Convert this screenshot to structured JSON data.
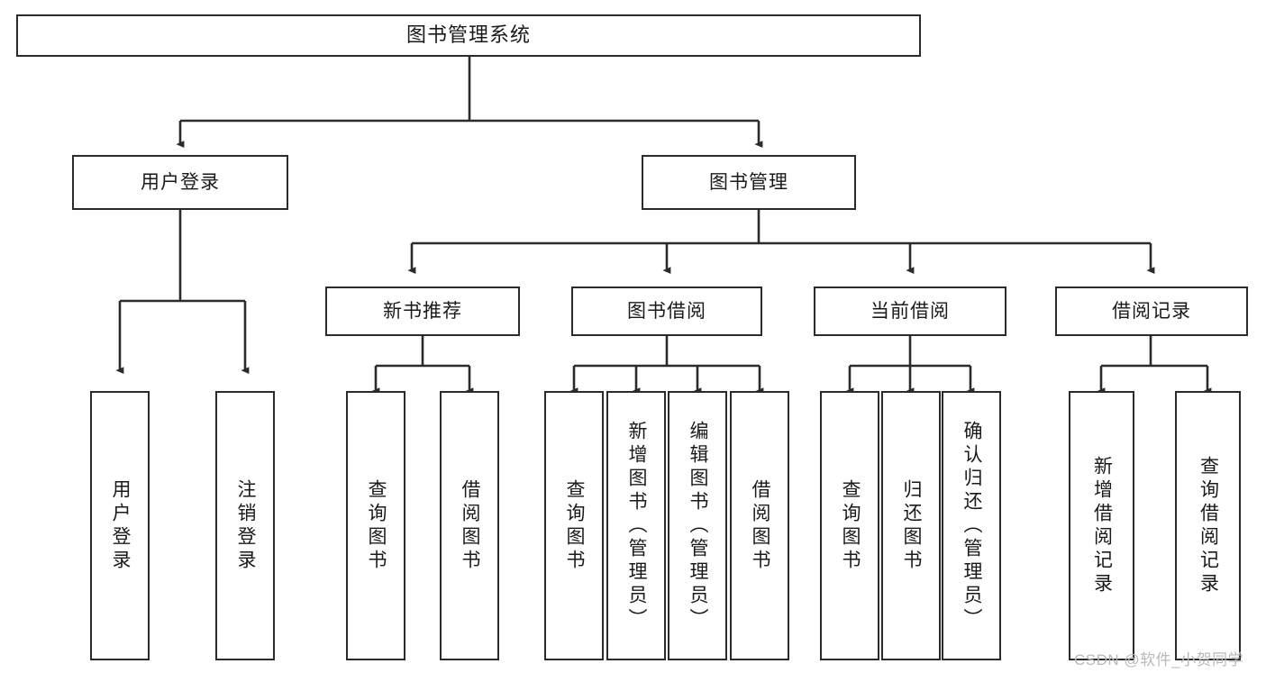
{
  "diagram": {
    "type": "tree-hierarchy-chart",
    "title": "图书管理系统",
    "watermark": "CSDN @软件_小贺同学",
    "colors": {
      "border": "#2b2b2b",
      "background": "#ffffff",
      "text": "#1a1a1a",
      "connector": "#2b2b2b",
      "watermark": "#b9b9b9"
    },
    "root": {
      "label": "图书管理系统"
    },
    "level2": [
      {
        "label": "用户登录"
      },
      {
        "label": "图书管理"
      }
    ],
    "level3": [
      {
        "label": "新书推荐"
      },
      {
        "label": "图书借阅"
      },
      {
        "label": "当前借阅"
      },
      {
        "label": "借阅记录"
      }
    ],
    "leaves": {
      "user_login": [
        {
          "label": "用户登录"
        },
        {
          "label": "注销登录"
        }
      ],
      "new_book_recommend": [
        {
          "label": "查询图书"
        },
        {
          "label": "借阅图书"
        }
      ],
      "book_borrow": [
        {
          "label": "查询图书"
        },
        {
          "label": "新增图书（管理员）"
        },
        {
          "label": "编辑图书（管理员）"
        },
        {
          "label": "借阅图书"
        }
      ],
      "current_borrow": [
        {
          "label": "查询图书"
        },
        {
          "label": "归还图书"
        },
        {
          "label": "确认归还（管理员）"
        }
      ],
      "borrow_records": [
        {
          "label": "新增借阅记录"
        },
        {
          "label": "查询借阅记录"
        }
      ]
    }
  }
}
